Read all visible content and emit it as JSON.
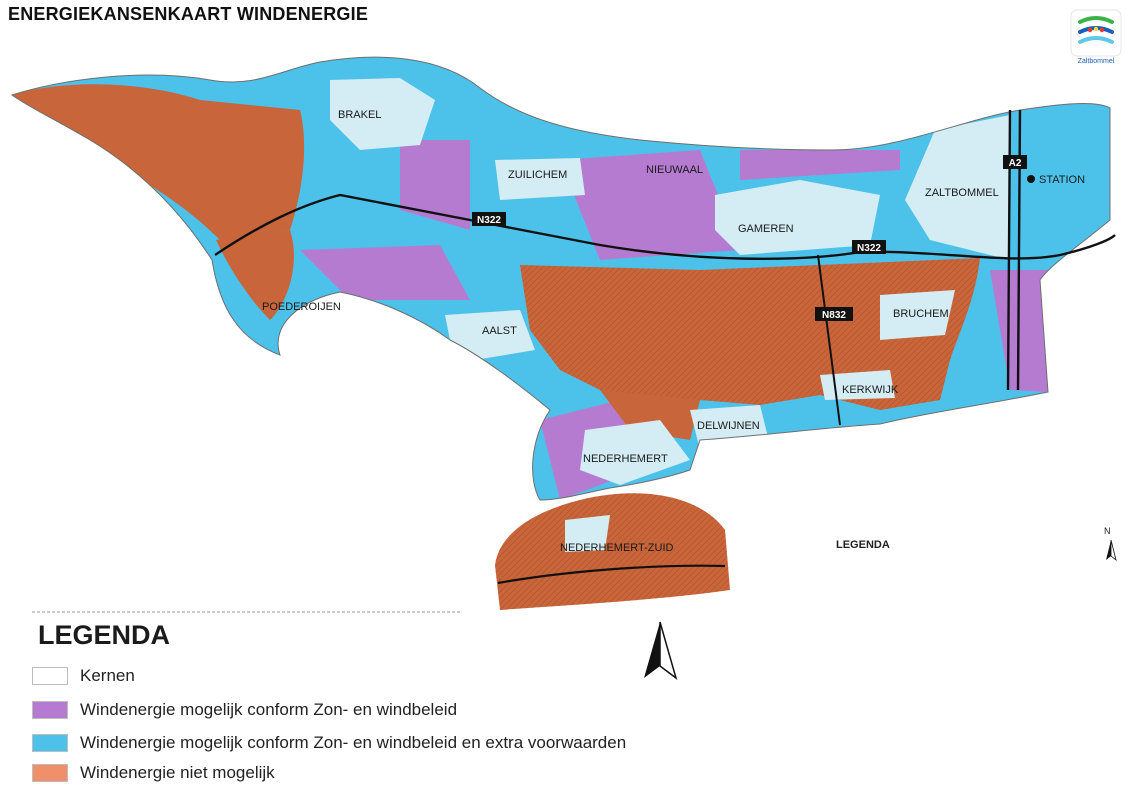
{
  "title": "ENERGIEKANSENKAART WINDENERGIE",
  "logo": {
    "text": "Zaltbommel",
    "icon": "municipality-logo-icon"
  },
  "colors": {
    "kernen": "#d4ecf3",
    "purple": "#b57bd0",
    "blue": "#4cc2ea",
    "orange": "#c8653a",
    "orange_legend": "#f0906a",
    "road": "#111111"
  },
  "places": {
    "brakel": "BRAKEL",
    "zuilichem": "ZUILICHEM",
    "nieuwaal": "NIEUWAAL",
    "gameren": "GAMEREN",
    "zaltbommel": "ZALTBOMMEL",
    "station": "STATION",
    "poederoijen": "POEDEROIJEN",
    "aalst": "AALST",
    "bruchem": "BRUCHEM",
    "kerkwijk": "KERKWIJK",
    "delwijnen": "DELWIJNEN",
    "nederhemert": "NEDERHEMERT",
    "nederhemert_zuid": "NEDERHEMERT-ZUID"
  },
  "roads": {
    "n322_west": "N322",
    "n322_east": "N322",
    "n832": "N832",
    "a2": "A2"
  },
  "legend_small": "LEGENDA",
  "north_small": "N",
  "legend": {
    "title": "LEGENDA",
    "items": [
      {
        "label": "Kernen",
        "color": "#ffffff"
      },
      {
        "label": "Windenergie mogelijk conform Zon- en windbeleid",
        "color": "#b57bd0"
      },
      {
        "label": "Windenergie mogelijk conform Zon- en windbeleid en extra voorwaarden",
        "color": "#4cc2ea"
      },
      {
        "label": "Windenergie niet mogelijk",
        "color": "#f0906a"
      }
    ]
  }
}
